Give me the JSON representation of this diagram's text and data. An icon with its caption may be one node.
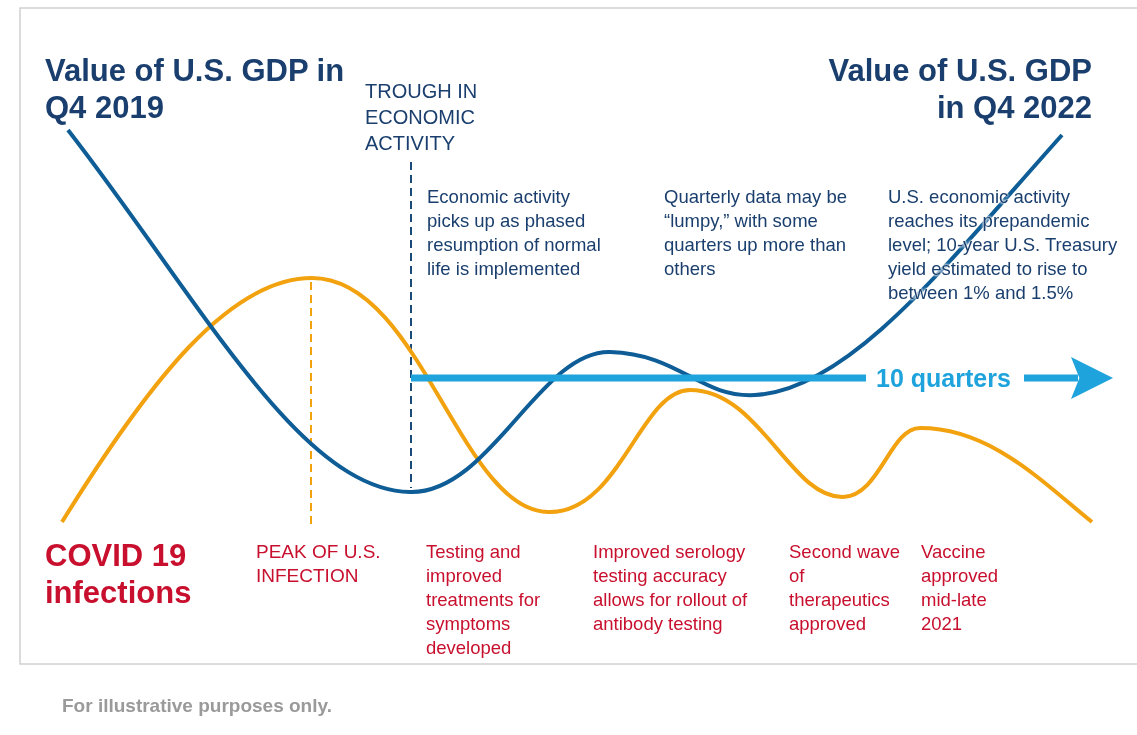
{
  "diagram": {
    "caption": "For illustrative purposes only.",
    "labels": [
      "Value of U.S. GDP in Q4 2019",
      "TROUGH IN ECONOMIC ACTIVITY",
      "Value of U.S. GDP in Q4 2022",
      "Economic activity picks up as phased resumption of normal life is implemented",
      "Quarterly data may be “lumpy,” with some quarters up more than others",
      "U.S. economic activity reaches its prepandemic level; 10-year U.S. Treasury yield estimated to rise to between 1% and 1.5%",
      "10 quarters",
      "COVID 19 infections",
      "PEAK OF U.S. INFECTION",
      "Testing and improved treatments for symptoms developed",
      "Improved serology testing accuracy allows for rollout of antibody testing",
      "Second wave of therapeutics approved",
      "Vaccine approved mid-late 2021"
    ]
  }
}
